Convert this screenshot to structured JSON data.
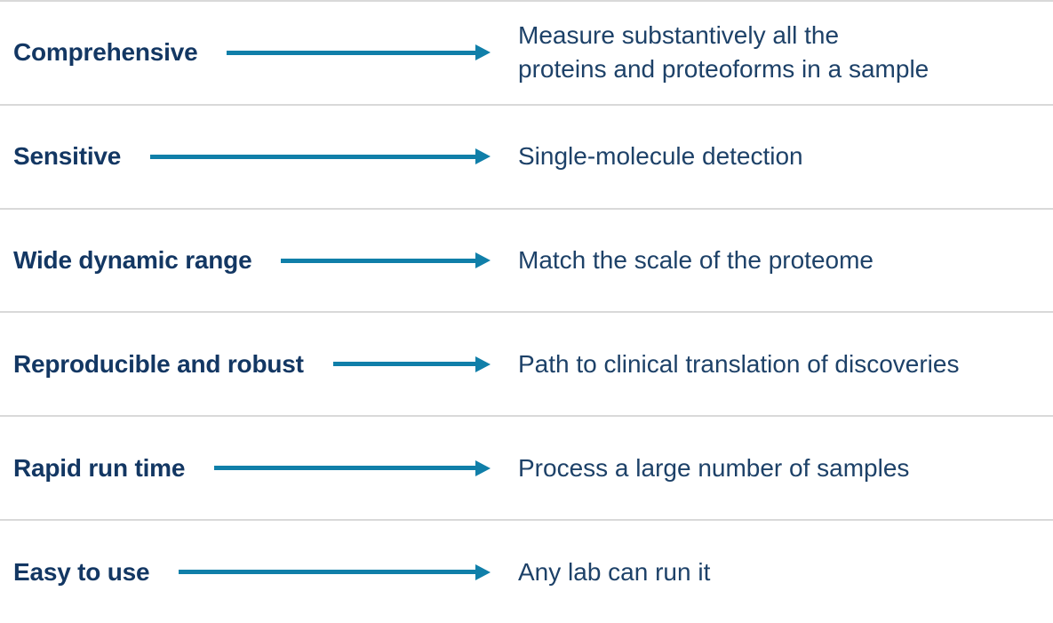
{
  "colors": {
    "label": "#133763",
    "body": "#1d4168",
    "arrow": "#107fa9",
    "divider": "#d9d9d9",
    "background": "#ffffff"
  },
  "rows": [
    {
      "label": "Comprehensive",
      "description": "Measure substantively all the\nproteins and proteoforms in a sample"
    },
    {
      "label": "Sensitive",
      "description": "Single-molecule detection"
    },
    {
      "label": "Wide dynamic range",
      "description": "Match the scale of the proteome"
    },
    {
      "label": "Reproducible and robust",
      "description": "Path to clinical translation of discoveries"
    },
    {
      "label": "Rapid run time",
      "description": "Process a large number of samples"
    },
    {
      "label": "Easy to use",
      "description": "Any lab can run it"
    }
  ]
}
